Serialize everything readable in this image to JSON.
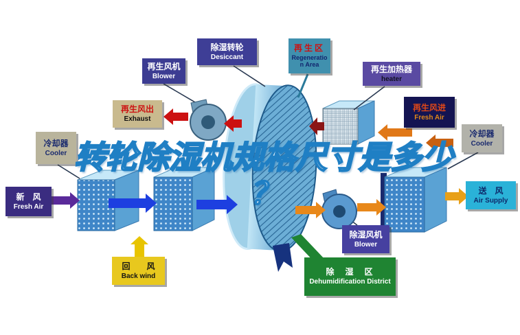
{
  "title": {
    "line1": "转轮除湿机规格尺寸是多少",
    "line2": "？"
  },
  "labels": {
    "desiccant": {
      "zh": "除湿转轮",
      "en": "Desiccant"
    },
    "regeneration_area": {
      "zh": "再生区",
      "en": "Regeneration Area"
    },
    "regen_blower": {
      "zh": "再生风机",
      "en": "Blower"
    },
    "regen_heater": {
      "zh": "再生加热器",
      "en": "heater"
    },
    "exhaust": {
      "zh": "再生风出",
      "en": "Exhaust"
    },
    "regen_fresh_air": {
      "zh": "再生风进",
      "en": "Fresh Air"
    },
    "cooler_left": {
      "zh": "冷却器",
      "en": "Cooler"
    },
    "cooler_right": {
      "zh": "冷却器",
      "en": "Cooler"
    },
    "fresh_air": {
      "zh": "新　风",
      "en": "Fresh Air"
    },
    "back_wind": {
      "zh": "回　　风",
      "en": "Back wind"
    },
    "air_supply": {
      "zh": "送　风",
      "en": "Air Supply"
    },
    "dehumid_blower": {
      "zh": "除湿风机",
      "en": "Blower"
    },
    "dehumid_district": {
      "zh": "除　湿　区",
      "en": "Dehumidification District"
    }
  },
  "colors": {
    "title_stroke": "#1f7fc4",
    "arrow_blue": "#1d3fe0",
    "arrow_red": "#cc1111",
    "arrow_dark_red": "#8b1515",
    "arrow_orange": "#e8881a",
    "arrow_yellow": "#e8c400",
    "arrow_purple": "#5a2a9a",
    "wheel_blue": "#5aa0cc",
    "district_green": "#1f8432",
    "supply_cyan": "#2ab2d8"
  }
}
